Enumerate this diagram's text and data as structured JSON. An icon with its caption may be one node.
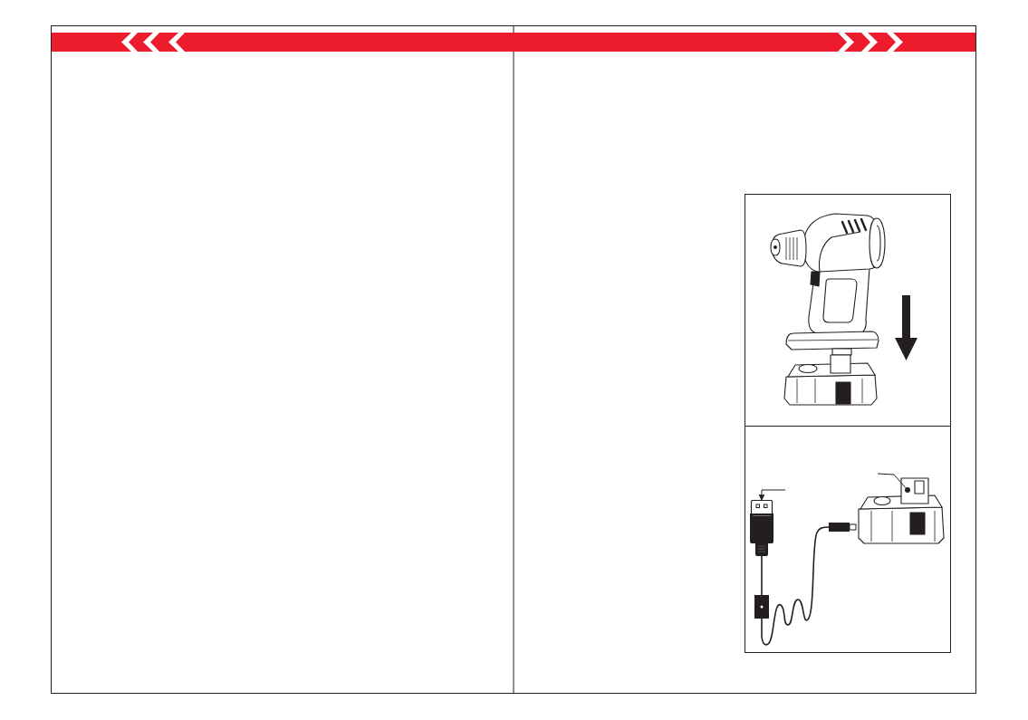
{
  "diagram": {
    "nodes": [
      {
        "text": [],
        "shape": "box"
      },
      {
        "text": [],
        "shape": "box"
      },
      {
        "text": [],
        "shape": "picture",
        "in": 1
      },
      {
        "text": [],
        "shape": "circle",
        "in": 1
      }
    ],
    "edges": [
      {
        "from": null,
        "to": 2,
        "arrow": "to"
      },
      {
        "from": null,
        "to": 3,
        "arrow": "none"
      }
    ]
  }
}
